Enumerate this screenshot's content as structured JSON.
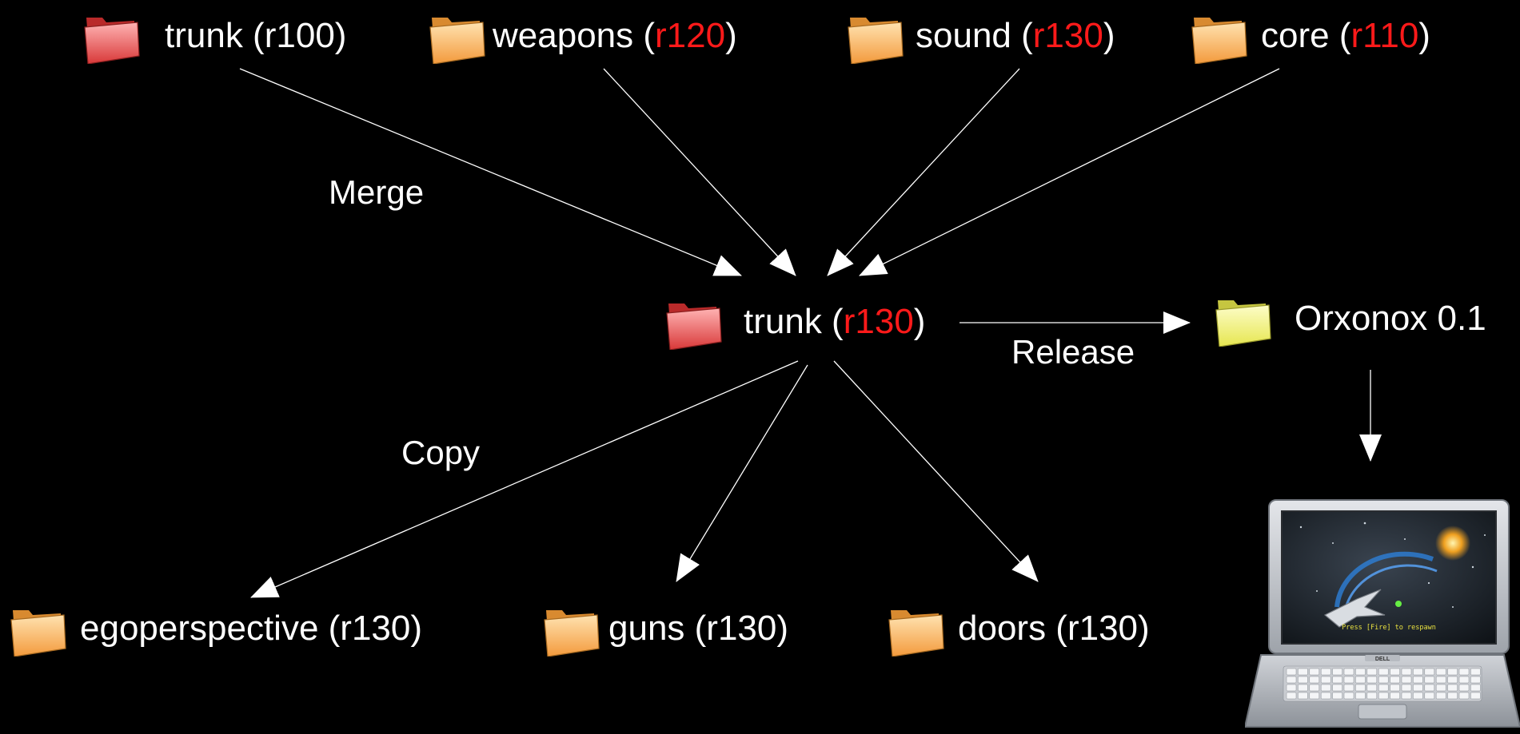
{
  "colors": {
    "background": "#000000",
    "text": "#ffffff",
    "revision_highlight": "#ff1a1a",
    "arrow": "#ffffff",
    "folder_red": "#f05a5a",
    "folder_orange": "#fbb45a",
    "folder_yellow": "#f2f27a"
  },
  "top_nodes": [
    {
      "name": "trunk",
      "open": " (",
      "rev": "r100",
      "close": ")",
      "rev_highlight": false,
      "icon": "folder-red-icon"
    },
    {
      "name": "weapons",
      "open": " (",
      "rev": "r120",
      "close": ")",
      "rev_highlight": true,
      "icon": "folder-orange-icon"
    },
    {
      "name": "sound",
      "open": " (",
      "rev": "r130",
      "close": ")",
      "rev_highlight": true,
      "icon": "folder-orange-icon"
    },
    {
      "name": "core",
      "open": " (",
      "rev": "r110",
      "close": ")",
      "rev_highlight": true,
      "icon": "folder-orange-icon"
    }
  ],
  "center_node": {
    "name": "trunk",
    "open": " (",
    "rev": "r130",
    "close": ")",
    "icon": "folder-red-icon"
  },
  "release_node": {
    "name": "Orxonox 0.1",
    "icon": "folder-yellow-icon"
  },
  "bottom_nodes": [
    {
      "name": "egoperspective (r130)",
      "icon": "folder-orange-icon"
    },
    {
      "name": "guns (r130)",
      "icon": "folder-orange-icon"
    },
    {
      "name": "doors (r130)",
      "icon": "folder-orange-icon"
    }
  ],
  "edge_labels": {
    "merge": "Merge",
    "release": "Release",
    "copy": "Copy"
  },
  "laptop": {
    "icon": "laptop-icon",
    "brand": "DELL",
    "game_message": "Press [Fire] to respawn"
  }
}
